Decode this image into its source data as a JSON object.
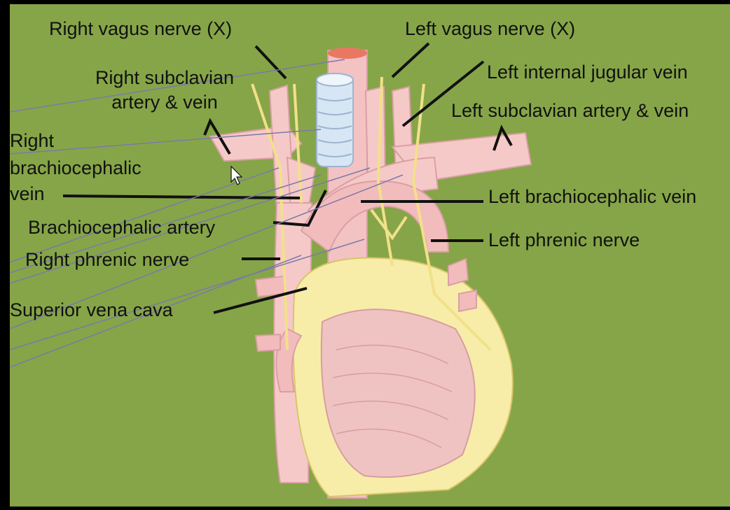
{
  "colors": {
    "background": "#86a548",
    "frame": "#000000",
    "vessel": "#f6c9c9",
    "vessel_dark": "#e9a9ab",
    "nerve": "#f2e08a",
    "trachea": "#cfe0f2",
    "fat": "#f7eda8",
    "annotation_line": "#7b79a8",
    "leader": "#111111"
  },
  "labels": {
    "right_vagus": "Right vagus nerve (X)",
    "left_vagus": "Left vagus nerve (X)",
    "right_subclavian_1": "Right subclavian",
    "right_subclavian_2": "artery & vein",
    "left_internal_jugular": "Left internal jugular vein",
    "left_subclavian": "Left subclavian artery & vein",
    "right_brachio_1": "Right",
    "right_brachio_2": "brachiocephalic",
    "right_brachio_3": "vein",
    "left_brachio": "Left brachiocephalic vein",
    "brachio_artery": "Brachiocephalic artery",
    "left_phrenic": "Left phrenic nerve",
    "right_phrenic": "Right phrenic nerve",
    "svc": "Superior vena cava"
  }
}
